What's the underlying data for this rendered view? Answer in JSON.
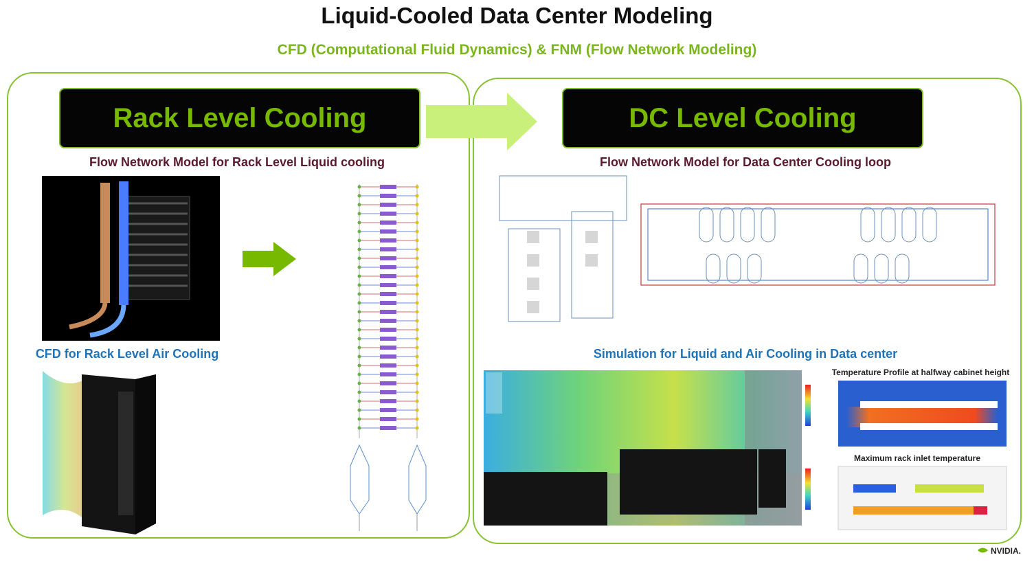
{
  "title": "Liquid-Cooled Data Center Modeling",
  "subtitle": "CFD (Computational Fluid Dynamics)  & FNM (Flow Network Modeling)",
  "left_panel": {
    "header": "Rack Level Cooling",
    "flow_caption": "Flow Network  Model for Rack Level Liquid cooling",
    "air_caption": "CFD for Rack Level Air Cooling"
  },
  "right_panel": {
    "header": "DC Level Cooling",
    "flow_caption": "Flow Network Model for Data Center Cooling loop",
    "sim_caption": "Simulation for Liquid and Air Cooling in Data center",
    "temp_profile_label": "Temperature Profile at halfway cabinet height",
    "max_inlet_label": "Maximum rack inlet temperature"
  },
  "colors": {
    "accent_green": "#76b900",
    "panel_border": "#86c232",
    "header_bg": "#050505",
    "caption_maroon": "#5a1a2e",
    "caption_blue": "#1f73b7"
  },
  "icons": [
    "big-arrow-right-icon",
    "arrow-right-icon",
    "nvidia-logo-icon"
  ]
}
